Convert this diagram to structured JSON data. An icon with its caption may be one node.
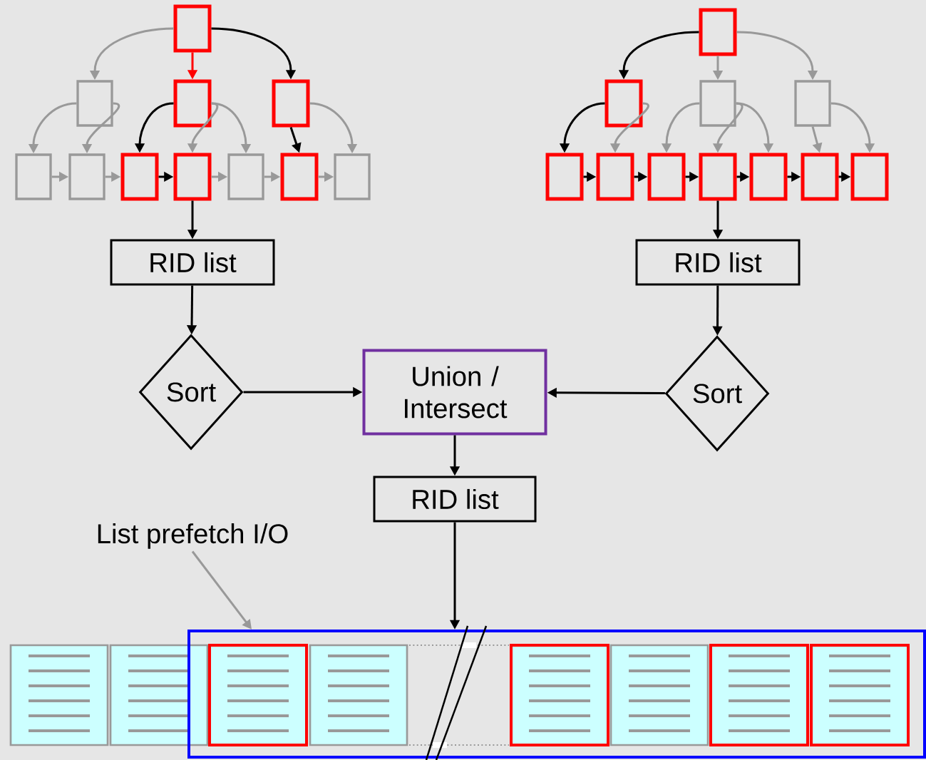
{
  "diagram": {
    "nodes": [
      {
        "text": [],
        "shape": "box"
      },
      {
        "text": [],
        "shape": "box"
      },
      {
        "text": [],
        "shape": "box"
      },
      {
        "text": [],
        "shape": "box"
      },
      {
        "text": [],
        "shape": "box"
      },
      {
        "text": [],
        "shape": "box"
      },
      {
        "text": [],
        "shape": "box"
      },
      {
        "text": [],
        "shape": "box"
      },
      {
        "text": [],
        "shape": "box"
      },
      {
        "text": [],
        "shape": "box"
      },
      {
        "text": [],
        "shape": "box"
      },
      {
        "text": [],
        "shape": "box"
      },
      {
        "text": [],
        "shape": "box"
      },
      {
        "text": [],
        "shape": "box"
      },
      {
        "text": [],
        "shape": "box"
      },
      {
        "text": [],
        "shape": "box"
      },
      {
        "text": [],
        "shape": "box"
      },
      {
        "text": [],
        "shape": "box"
      },
      {
        "text": [],
        "shape": "box"
      },
      {
        "text": [],
        "shape": "box"
      },
      {
        "text": [],
        "shape": "box"
      },
      {
        "text": [],
        "shape": "box"
      },
      {
        "text": [
          "RID list"
        ]
      },
      {
        "text": [
          "RID list"
        ]
      },
      {
        "text": [
          "Sort"
        ]
      },
      {
        "text": [
          "Union / Intersect"
        ]
      },
      {
        "text": [
          "Sort"
        ]
      },
      {
        "text": [
          "RID list"
        ]
      },
      {
        "text": [
          "List prefetch I/O"
        ]
      },
      {
        "text": [],
        "shape": "box"
      },
      {
        "text": [],
        "shape": "page"
      },
      {
        "text": [],
        "shape": "page"
      },
      {
        "text": [],
        "shape": "page",
        "in": 29
      },
      {
        "text": [],
        "shape": "page",
        "in": 29
      },
      {
        "text": [],
        "shape": "page",
        "in": 29
      },
      {
        "text": [],
        "shape": "page",
        "in": 29
      },
      {
        "text": [],
        "shape": "page",
        "in": 29
      },
      {
        "text": [],
        "shape": "page",
        "in": 29
      }
    ],
    "edges": [
      {
        "from": 0,
        "to": 1,
        "arrow": "to",
        "color": "#999999"
      },
      {
        "from": 0,
        "to": 2,
        "arrow": "to",
        "color": "#ff0000"
      },
      {
        "from": 0,
        "to": 3,
        "arrow": "to",
        "color": "#000000"
      },
      {
        "from": 1,
        "to": 4,
        "arrow": "to",
        "color": "#999999"
      },
      {
        "from": 1,
        "to": 5,
        "arrow": "to",
        "color": "#999999"
      },
      {
        "from": 2,
        "to": 6,
        "arrow": "to",
        "color": "#000000"
      },
      {
        "from": 2,
        "to": 7,
        "arrow": "to",
        "color": "#999999"
      },
      {
        "from": 2,
        "to": 8,
        "arrow": "to",
        "color": "#999999"
      },
      {
        "from": 3,
        "to": 9,
        "arrow": "to",
        "color": "#000000"
      },
      {
        "from": 3,
        "to": 10,
        "arrow": "to",
        "color": "#999999"
      },
      {
        "from": 4,
        "to": 5,
        "arrow": "to",
        "color": "#999999"
      },
      {
        "from": 5,
        "to": 6,
        "arrow": "to",
        "color": "#999999"
      },
      {
        "from": 6,
        "to": 7,
        "arrow": "to",
        "color": "#000000"
      },
      {
        "from": 7,
        "to": 8,
        "arrow": "to",
        "color": "#999999"
      },
      {
        "from": 8,
        "to": 9,
        "arrow": "to",
        "color": "#999999"
      },
      {
        "from": 9,
        "to": 10,
        "arrow": "to",
        "color": "#999999"
      },
      {
        "from": 11,
        "to": 12,
        "arrow": "to",
        "color": "#000000"
      },
      {
        "from": 11,
        "to": 13,
        "arrow": "to",
        "color": "#999999"
      },
      {
        "from": 11,
        "to": 14,
        "arrow": "to",
        "color": "#999999"
      },
      {
        "from": 12,
        "to": 15,
        "arrow": "to",
        "color": "#000000"
      },
      {
        "from": 12,
        "to": 16,
        "arrow": "to",
        "color": "#999999"
      },
      {
        "from": 13,
        "to": 17,
        "arrow": "to",
        "color": "#999999"
      },
      {
        "from": 13,
        "to": 18,
        "arrow": "to",
        "color": "#999999"
      },
      {
        "from": 13,
        "to": 19,
        "arrow": "to",
        "color": "#999999"
      },
      {
        "from": 14,
        "to": 20,
        "arrow": "to",
        "color": "#999999"
      },
      {
        "from": 14,
        "to": 21,
        "arrow": "to",
        "color": "#999999"
      },
      {
        "from": 15,
        "to": 16,
        "arrow": "to",
        "color": "#000000"
      },
      {
        "from": 16,
        "to": 17,
        "arrow": "to",
        "color": "#000000"
      },
      {
        "from": 17,
        "to": 18,
        "arrow": "to",
        "color": "#000000"
      },
      {
        "from": 18,
        "to": 19,
        "arrow": "to",
        "color": "#000000"
      },
      {
        "from": 19,
        "to": 20,
        "arrow": "to",
        "color": "#000000"
      },
      {
        "from": 20,
        "to": 21,
        "arrow": "to",
        "color": "#000000"
      },
      {
        "from": 7,
        "to": 22,
        "arrow": "to",
        "color": "#000000"
      },
      {
        "from": 18,
        "to": 23,
        "arrow": "to",
        "color": "#000000"
      },
      {
        "from": 22,
        "to": 24,
        "arrow": "to",
        "color": "#000000"
      },
      {
        "from": 23,
        "to": 26,
        "arrow": "to",
        "color": "#000000"
      },
      {
        "from": 24,
        "to": 25,
        "arrow": "to",
        "color": "#000000"
      },
      {
        "from": 26,
        "to": 25,
        "arrow": "to",
        "color": "#000000"
      },
      {
        "from": 25,
        "to": 27,
        "arrow": "to",
        "color": "#000000"
      },
      {
        "from": 27,
        "to": 29,
        "arrow": "to",
        "color": "#000000"
      },
      {
        "from": 28,
        "to": 29,
        "arrow": "to",
        "color": "#999999"
      }
    ]
  }
}
